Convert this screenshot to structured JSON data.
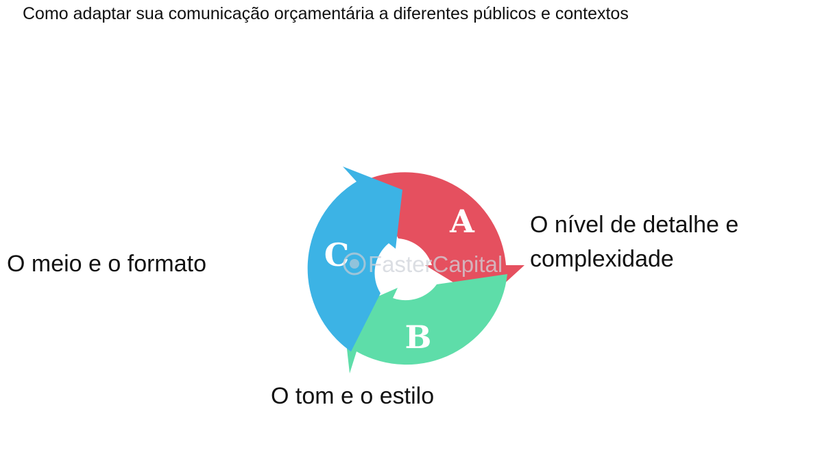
{
  "title": "Como adaptar sua comunicação orçamentária a diferentes públicos e contextos",
  "diagram": {
    "type": "cycle",
    "segments": [
      {
        "letter": "A",
        "label": "O nível de detalhe e complexidade",
        "color": "#e5505f"
      },
      {
        "letter": "B",
        "label": "O tom e o estilo",
        "color": "#5edda9"
      },
      {
        "letter": "C",
        "label": "O meio e o formato",
        "color": "#3cb3e5"
      }
    ],
    "watermark": "FasterCapital"
  }
}
